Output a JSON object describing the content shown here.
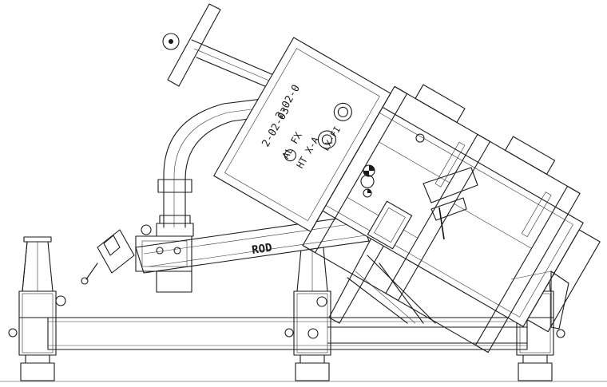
{
  "labels": {
    "code_a": "2-02-0",
    "code_b": "2-02-03",
    "marking_a": "AL FX",
    "marking_b": "HT X-A",
    "marking_c": "LX-FI",
    "boom_text": "ROD"
  }
}
